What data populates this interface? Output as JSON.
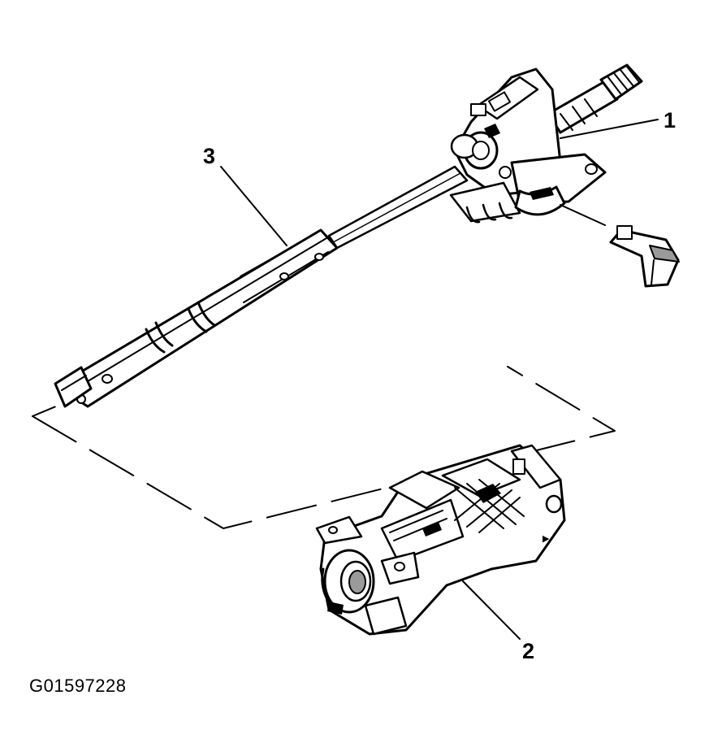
{
  "callouts": {
    "label_1": "1",
    "label_2": "2",
    "label_3": "3"
  },
  "figure_id": "G01597228",
  "colors": {
    "ink": "#000000",
    "paper": "#ffffff",
    "shade": "#9a9a9a"
  }
}
